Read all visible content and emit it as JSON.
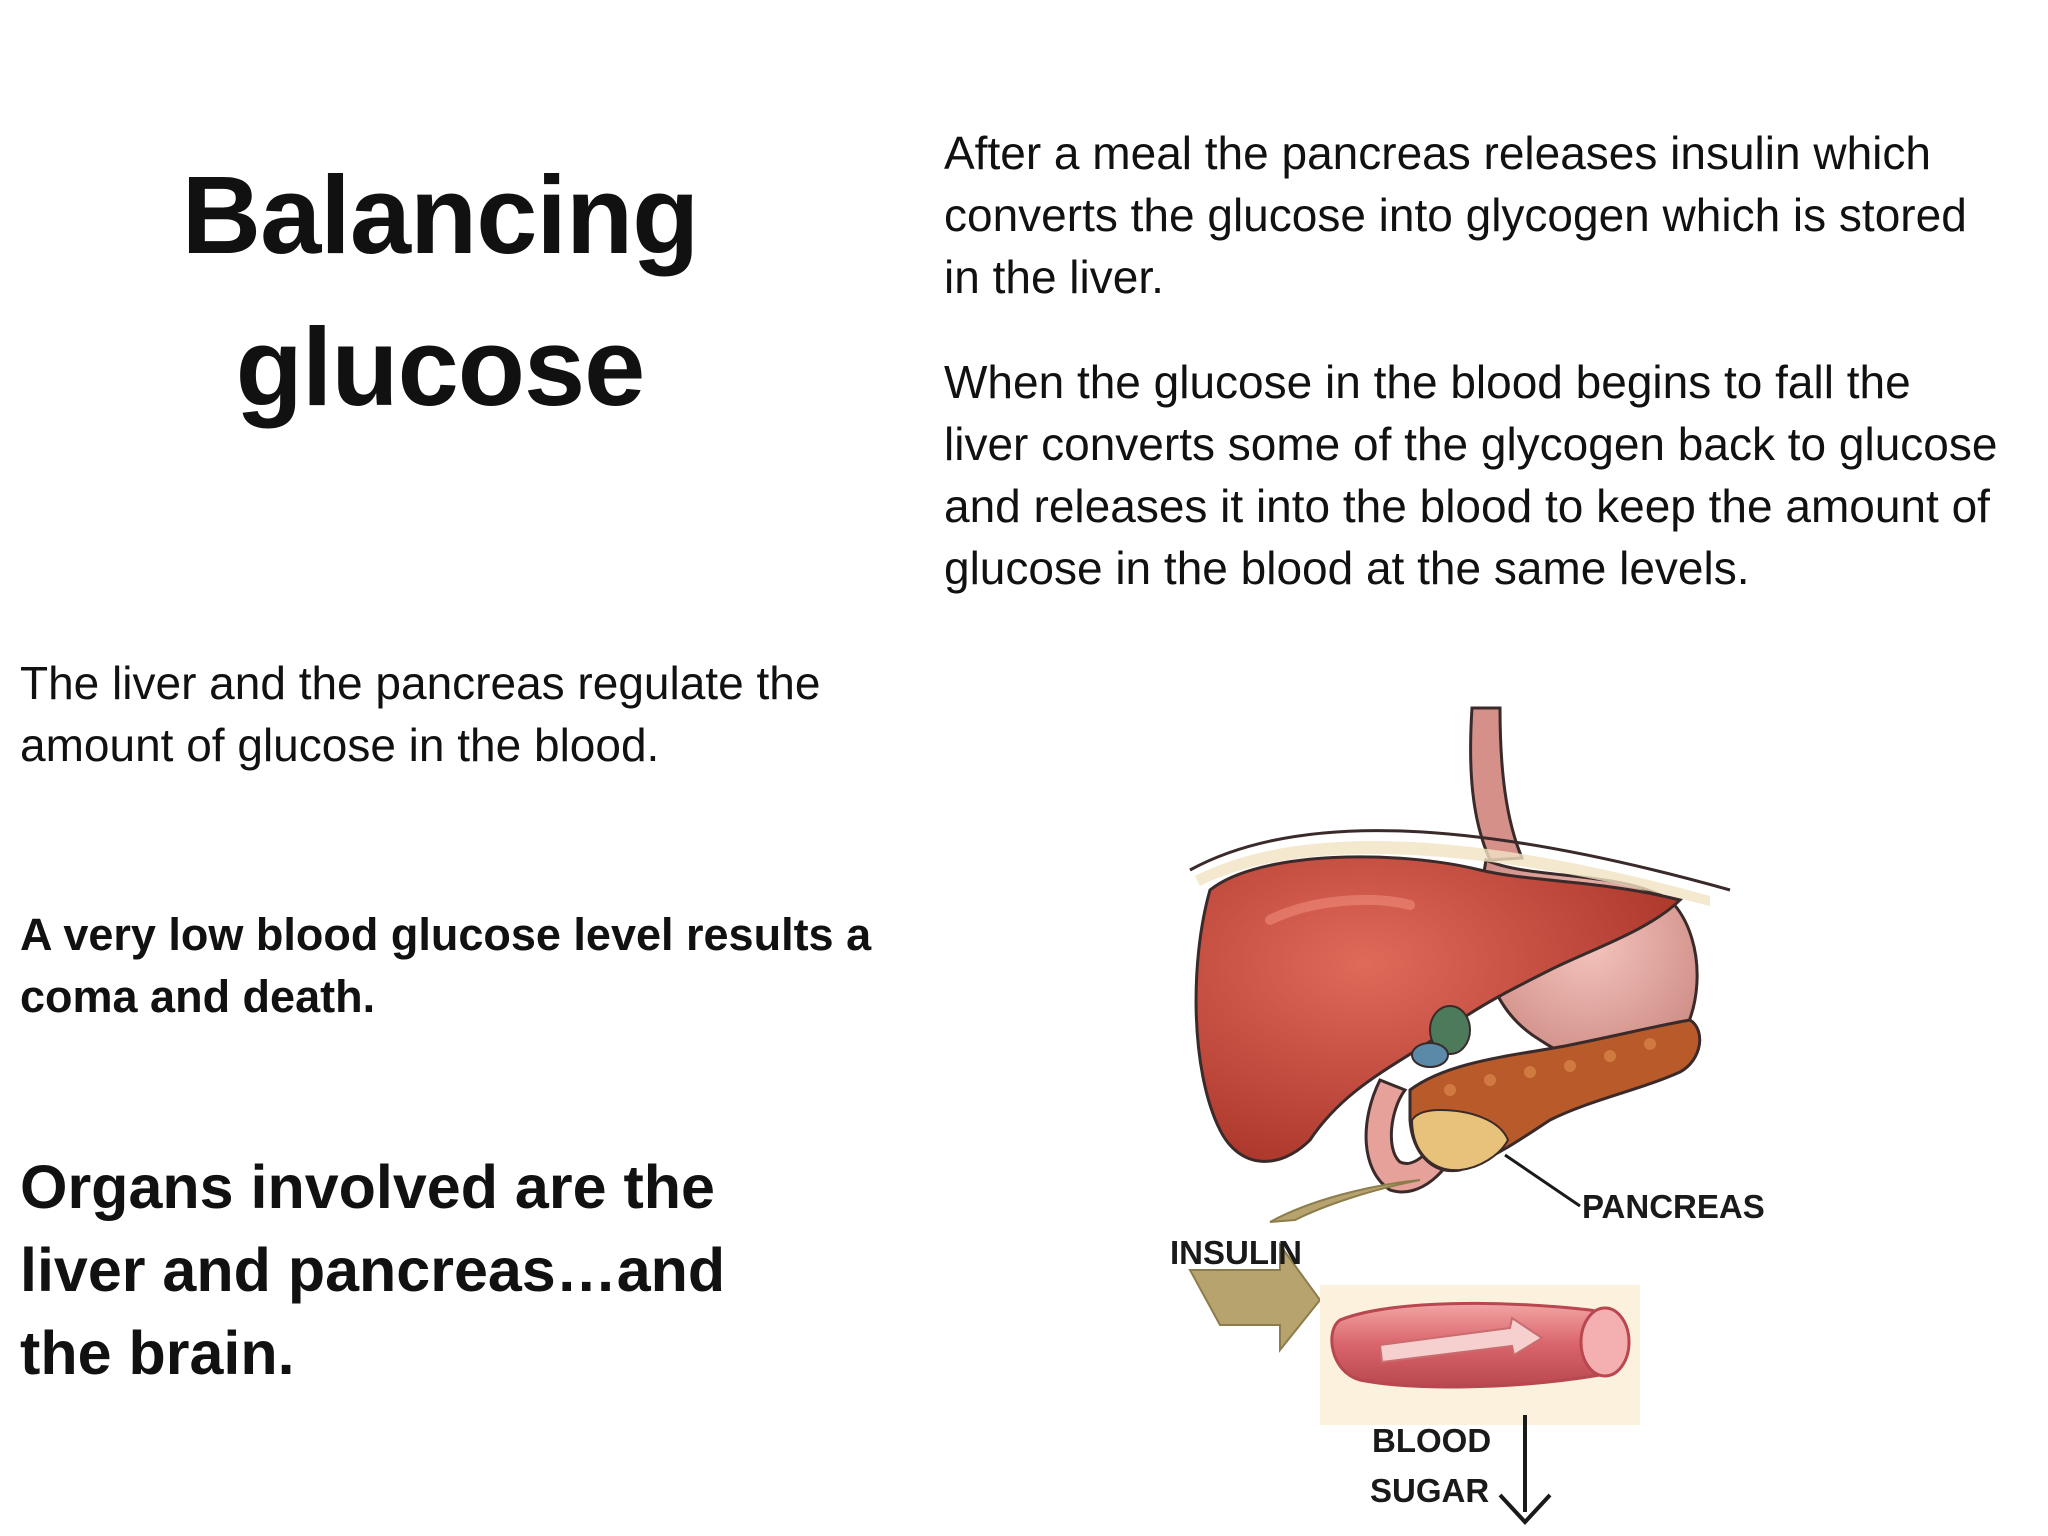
{
  "slide": {
    "title": "Balancing glucose",
    "left": {
      "intro": "The liver and the pancreas regulate the amount of glucose in the blood.",
      "warning": "A very low blood glucose level results a coma and death.",
      "organs": "Organs involved are the liver and pancreas…and the brain."
    },
    "right": {
      "after_meal": "After a meal the pancreas releases insulin which converts the glucose into glycogen which is stored in the liver.",
      "when_falls": "When the glucose in the blood begins to fall the liver converts some of the glycogen back to glucose and releases it into the blood to keep the amount of glucose in the blood at the same levels."
    },
    "figure": {
      "label_pancreas": "PANCREAS",
      "label_insulin": "INSULIN",
      "label_blood": "BLOOD",
      "label_sugar": "SUGAR",
      "colors": {
        "liver": "#c8473a",
        "stomach": "#e7a7a0",
        "pancreas": "#b85a2a",
        "arrow": "#b7a36e",
        "vessel": "#d9646b"
      },
      "icons": [
        "liver-illustration",
        "pancreas-illustration",
        "blood-vessel-illustration",
        "down-arrow-icon"
      ]
    }
  }
}
